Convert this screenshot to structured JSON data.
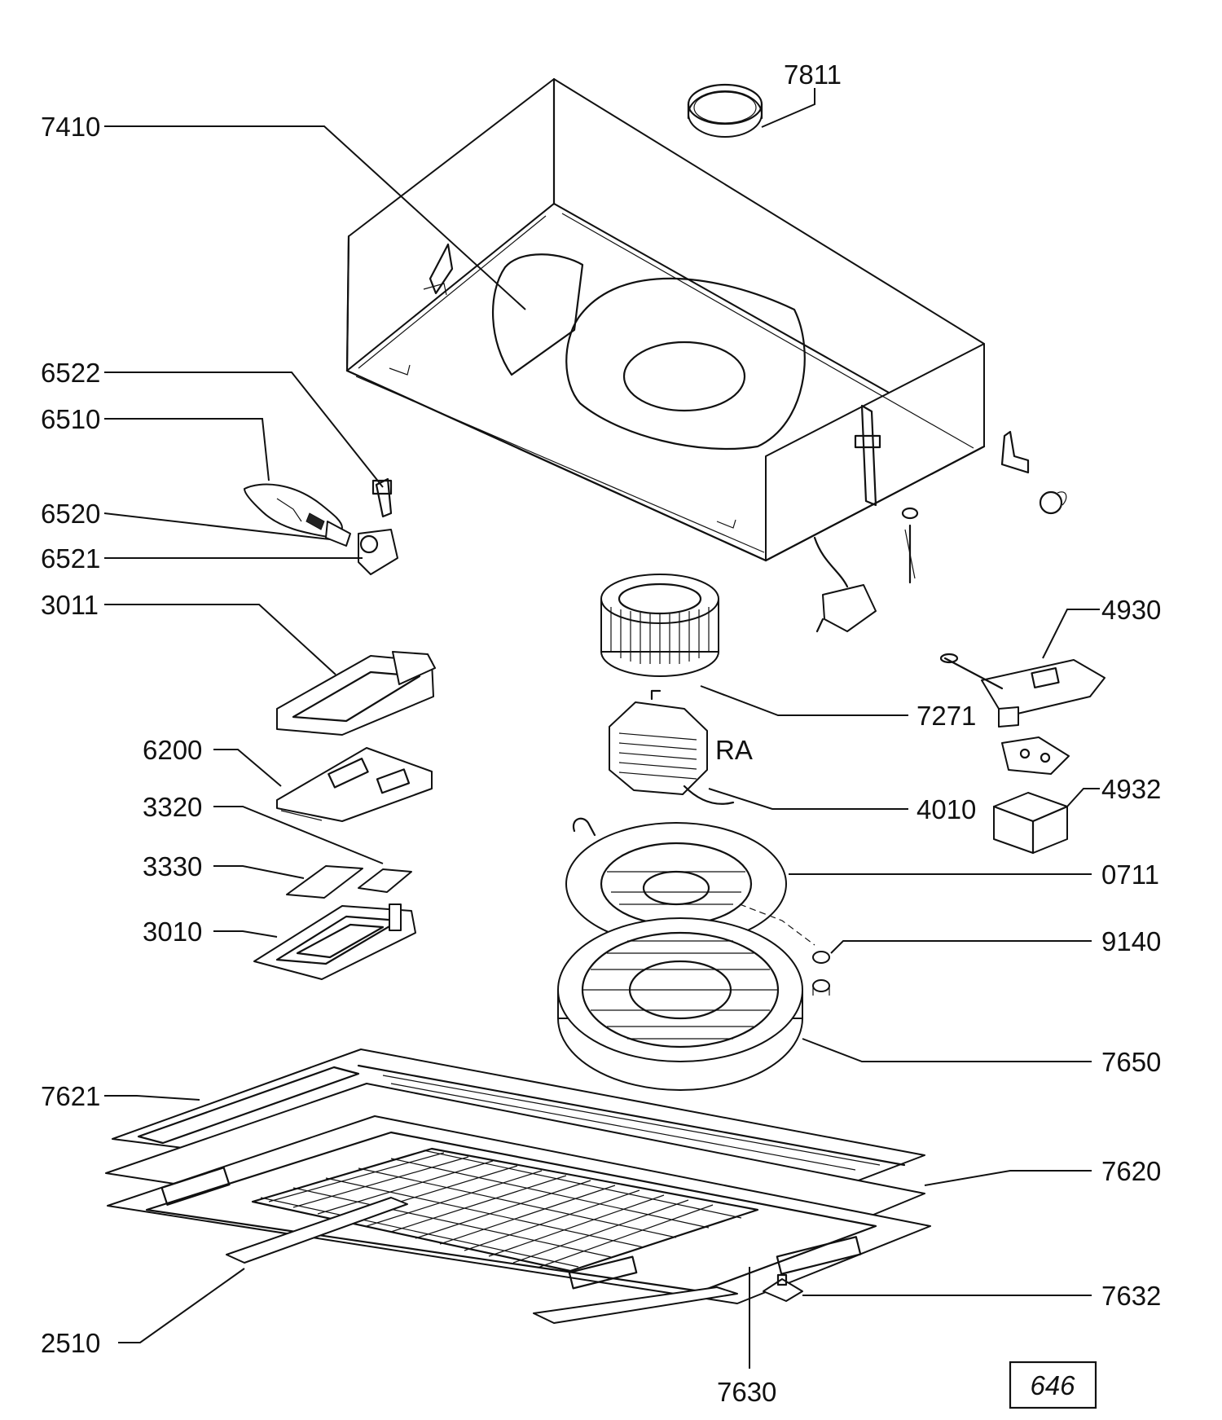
{
  "parts": [
    {
      "id": "p7811",
      "label": "7811"
    },
    {
      "id": "p7410",
      "label": "7410"
    },
    {
      "id": "p6522",
      "label": "6522"
    },
    {
      "id": "p6510",
      "label": "6510"
    },
    {
      "id": "p6520",
      "label": "6520"
    },
    {
      "id": "p6521",
      "label": "6521"
    },
    {
      "id": "p3011",
      "label": "3011"
    },
    {
      "id": "p4930",
      "label": "4930"
    },
    {
      "id": "p7271",
      "label": "7271"
    },
    {
      "id": "p6200",
      "label": "6200"
    },
    {
      "id": "p3320",
      "label": "3320"
    },
    {
      "id": "p4010",
      "label": "4010"
    },
    {
      "id": "p4932",
      "label": "4932"
    },
    {
      "id": "p3330",
      "label": "3330"
    },
    {
      "id": "p0711",
      "label": "0711"
    },
    {
      "id": "p3010",
      "label": "3010"
    },
    {
      "id": "p9140",
      "label": "9140"
    },
    {
      "id": "p7650",
      "label": "7650"
    },
    {
      "id": "p7621",
      "label": "7621"
    },
    {
      "id": "p7620",
      "label": "7620"
    },
    {
      "id": "p7632",
      "label": "7632"
    },
    {
      "id": "p2510",
      "label": "2510"
    },
    {
      "id": "p7630",
      "label": "7630"
    }
  ],
  "motor_note": "RA",
  "page_number": "646"
}
